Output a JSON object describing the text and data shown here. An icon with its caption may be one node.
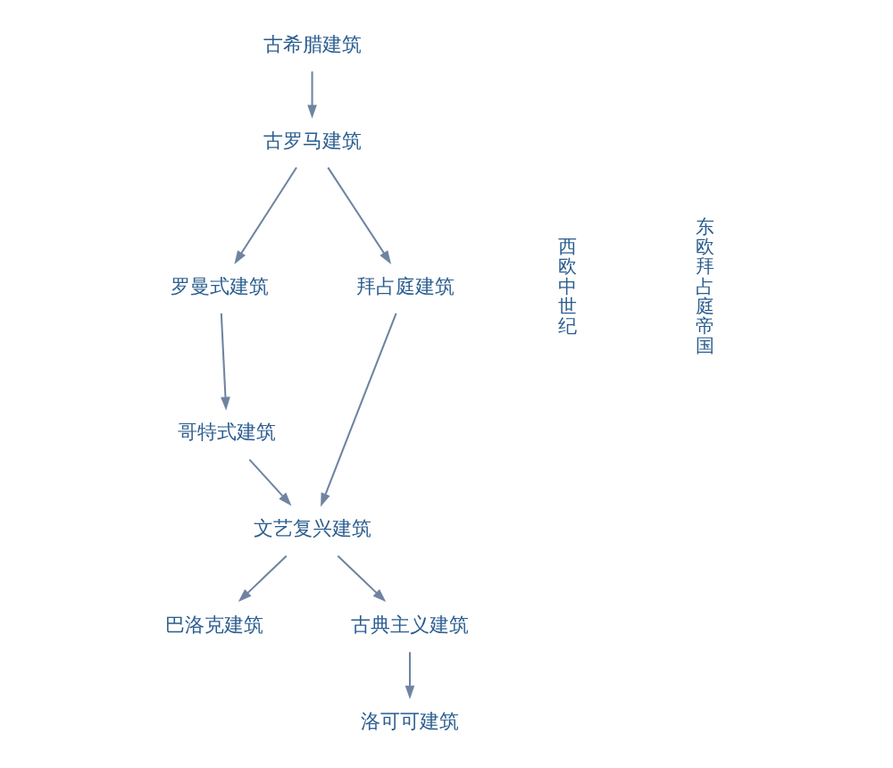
{
  "diagram": {
    "nodes": [
      {
        "text": [
          "古希腊建筑"
        ]
      },
      {
        "text": [
          "古罗马建筑"
        ]
      },
      {
        "text": [
          "罗曼式建筑"
        ]
      },
      {
        "text": [
          "拜占庭建筑"
        ]
      },
      {
        "text": [
          "哥特式建筑"
        ]
      },
      {
        "text": [
          "文艺复兴建筑"
        ]
      },
      {
        "text": [
          "巴洛克建筑"
        ]
      },
      {
        "text": [
          "古典主义建筑"
        ]
      },
      {
        "text": [
          "洛可可建筑"
        ]
      }
    ],
    "edges": [
      {
        "from": 0,
        "to": 1,
        "arrow": "to"
      },
      {
        "from": 1,
        "to": 2,
        "arrow": "to"
      },
      {
        "from": 1,
        "to": 3,
        "arrow": "to"
      },
      {
        "from": 2,
        "to": 4,
        "arrow": "to"
      },
      {
        "from": 4,
        "to": 5,
        "arrow": "to"
      },
      {
        "from": 3,
        "to": 5,
        "arrow": "to"
      },
      {
        "from": 5,
        "to": 6,
        "arrow": "to"
      },
      {
        "from": 5,
        "to": 7,
        "arrow": "to"
      },
      {
        "from": 7,
        "to": 8,
        "arrow": "to"
      }
    ],
    "labels": [
      "西欧中世纪",
      "东欧拜占庭帝国"
    ]
  }
}
